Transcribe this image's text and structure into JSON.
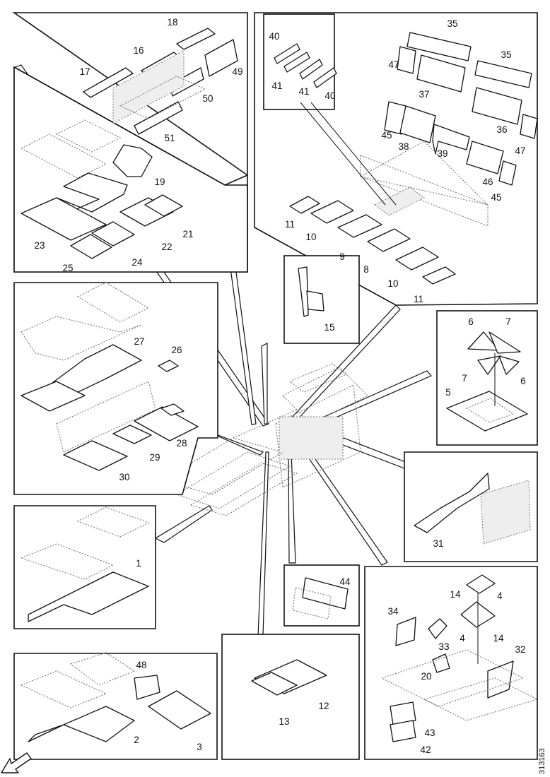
{
  "figure_code": "313163",
  "direction_arrow_icon": "hollow-arrow-down-left",
  "callouts": [
    "1",
    "2",
    "3",
    "4",
    "5",
    "6",
    "7",
    "8",
    "9",
    "10",
    "11",
    "12",
    "13",
    "14",
    "15",
    "16",
    "17",
    "18",
    "19",
    "20",
    "21",
    "22",
    "23",
    "24",
    "25",
    "26",
    "27",
    "28",
    "29",
    "30",
    "31",
    "32",
    "33",
    "34",
    "35",
    "36",
    "37",
    "38",
    "39",
    "40",
    "41",
    "42",
    "43",
    "44",
    "45",
    "46",
    "47",
    "48",
    "49",
    "50",
    "51"
  ]
}
